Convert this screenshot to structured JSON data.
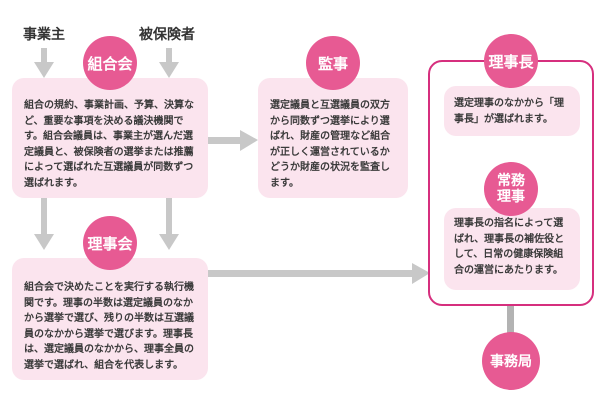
{
  "sources": {
    "employer": "事業主",
    "insured": "被保険者"
  },
  "nodes": {
    "kumiaikai": {
      "title": "組合会",
      "desc": "組合の規約、事業計画、予算、決算など、重要な事項を決める議決機関です。組合会議員は、事業主が選んだ選定議員と、被保険者の選挙または推薦によって選ばれた互選議員が同数ずつ選ばれます。"
    },
    "kanji": {
      "title": "監事",
      "desc": "選定議員と互選議員の双方から同数ずつ選挙により選ばれ、財産の管理など組合が正しく運営されているかどうか財産の状況を監査します。"
    },
    "rijikai": {
      "title": "理事会",
      "desc": "組合会で決めたことを実行する執行機関です。理事の半数は選定議員のなかから選挙で選び、残りの半数は互選議員のなかから選挙で選びます。理事長は、選定議員のなかから、理事全員の選挙で選ばれ、組合を代表します。"
    },
    "rijicho": {
      "title": "理事長",
      "desc": "選定理事のなかから「理事長」が選ばれます。"
    },
    "jomu": {
      "title_line1": "常務",
      "title_line2": "理事",
      "desc": "理事長の指名によって選ばれ、理事長の補佐役として、日常の健康保険組合の運営にあたります。"
    },
    "jimukyoku": {
      "title": "事務局"
    }
  },
  "colors": {
    "pink_badge": "#e75a93",
    "box_bg": "#fbe4ee",
    "frame_border": "#d62f7e",
    "arrow_gray": "#c8c8c8",
    "connector_gray": "#b3b3b3"
  }
}
